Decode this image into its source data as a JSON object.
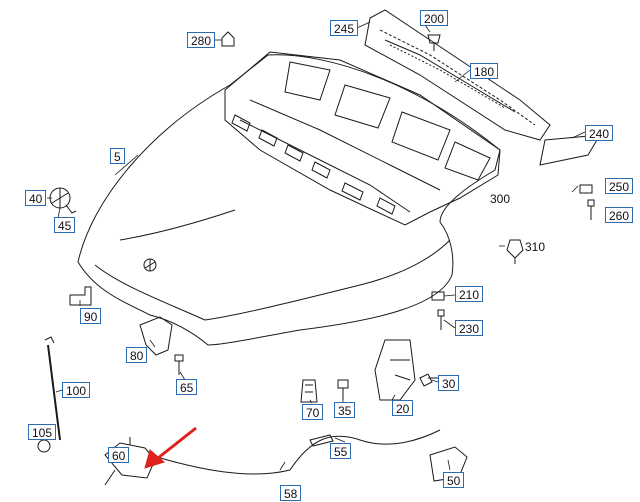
{
  "diagram": {
    "labels": {
      "p280": "280",
      "p245": "245",
      "p200": "200",
      "p180": "180",
      "p240": "240",
      "p5": "5",
      "p300": "300",
      "p250": "250",
      "p260": "260",
      "p40": "40",
      "p45": "45",
      "p310": "310",
      "p90": "90",
      "p210": "210",
      "p230": "230",
      "p80": "80",
      "p65": "65",
      "p100": "100",
      "p30": "30",
      "p70": "70",
      "p35": "35",
      "p20": "20",
      "p105": "105",
      "p55": "55",
      "p60": "60",
      "p50": "50",
      "p58": "58"
    },
    "colors": {
      "line": "#1a1a1a",
      "callout_border": "#2b6cb0",
      "arrow": "#e0201b",
      "fill": "#ffffff"
    }
  }
}
